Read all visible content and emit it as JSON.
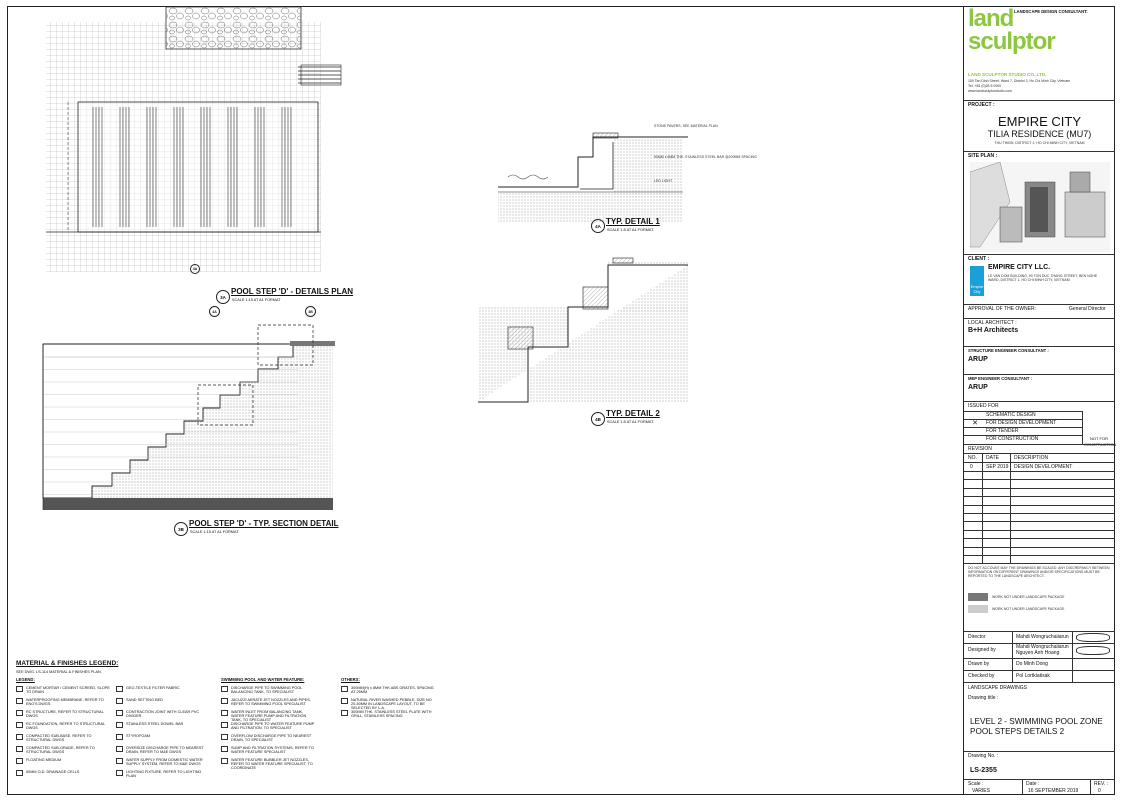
{
  "drawings": {
    "d3a": {
      "num": "3A",
      "title": "POOL STEP 'D' - DETAILS PLAN",
      "scale": "SCALE 1:15   AT A1 FORMAT"
    },
    "d3b": {
      "num": "3B",
      "title": "POOL STEP 'D' - TYP. SECTION DETAIL",
      "scale": "SCALE 1:15   AT A1 FORMAT"
    },
    "d4a": {
      "num": "4A",
      "title": "TYP. DETAIL 1",
      "scale": "SCALE 1:5   AT A1 FORMAT"
    },
    "d4b": {
      "num": "4B",
      "title": "TYP. DETAIL 2",
      "scale": "SCALE 1:5   AT A1 FORMAT"
    },
    "callouts_4a": [
      "STONE PAVERS, SEE MATERIAL PLAN",
      "50MM x 6MM THK. STAINLESS STEEL BAR @200MM SPACING",
      "LED LIGHT"
    ],
    "tags": {
      "a": "4A",
      "b": "4B",
      "c": "4A"
    }
  },
  "legend": {
    "title": "MATERIAL & FINISHES LEGEND:",
    "subtitle": "SEE DWG. LS-114 MATERIAL & FINISHES PLAN",
    "head_legend": "LEGEND:",
    "head_pool": "SWIMMING POOL AND WATER FEATURE:",
    "head_others": "OTHERS:",
    "col1": [
      "CEMENT MORTAR / CEMENT SCREED, SLOPE TO DRAIN",
      "WATERPROOFING MEMBRANE, REFER TO ENG'S DWGS",
      "RC STRUCTURE, REFER TO STRUCTURAL DWGS",
      "RC FOUNDATION, REFER TO STRUCTURAL DWGS",
      "COMPACTED SUB-BASE, REFER TO STRUCTURAL DWGS",
      "COMPACTED SUB-GRADE, REFER TO STRUCTURAL DWGS",
      "FLOATING MEDIUM",
      "50MM O.D. DRAINAGE CELLS"
    ],
    "col2": [
      "GEO-TEXTILE FILTER FABRIC",
      "SAND SETTING BED",
      "CONTRACTION JOINT WITH CLEAR PVC DIVIDER",
      "STAINLESS STEEL DOWEL BAR",
      "STYROFOAM",
      "OVERSIZE DISCHARGE PIPE TO NEAREST DRAIN, REFER TO M&E DWGS",
      "WATER SUPPLY FROM DOMESTIC WATER SUPPLY SYSTEM, REFER TO M&E DWGS",
      "LIGHTING FIXTURE, REFER TO LIGHTING PLAN"
    ],
    "col3": [
      "DISCHARGE PIPE TO SWIMMING POOL BALANCING TANK, TO SPECIALIST",
      "JACUZZI AERATE JET NOZZLES AND PIPES, REFER TO SWIMMING POOL SPECIALIST",
      "WATER INLET FROM BALANCING TANK, WATER FEATURE PUMP AND FILTRATION TANK, TO SPECIALIST",
      "DISCHARGE PIPE TO WATER FEATURE PUMP AND FILTRATION, TO SPECIALIST",
      "OVERFLOW DISCHARGE PIPE TO NEAREST DRAIN, TO SPECIALIST",
      "SUMP AND FILTRATION SYSTEMS, REFER TO WATER FEATURE SPECIALIST",
      "WATER FEATURE BUBBLER JET NOZZLES, REFER TO WATER FEATURE SPECIALIST, TO COORDINATE"
    ],
    "col4": [
      "300MM(H) x 8MM THK ABS GRATES, SPACING AT 25MM",
      "NATURAL RIVER WASHED PEBBLE, SIZE NO 20-50MM IN LANDSCAPE LAYOUT, TO BE SELECTED BY L.A.",
      "300MM THK. STAINLESS STEEL PLATE WITH GRILL, STAINLESS SPACING"
    ]
  },
  "titleblock": {
    "consultant_label": "LANDSCAPE DESIGN CONSULTANT:",
    "logo_top": "land",
    "logo_bottom": "sculptor",
    "studio": "LAND SCULPTOR STUDIO CO.,LTD.",
    "address": "150 Tan Dinh Street, Ward 7, District 3, Ho Chi Minh City, Vietnam",
    "tel": "Tel: +84 (0)28 5 0000",
    "web": "www.landsculptorstudio.com",
    "project_label": "PROJECT :",
    "project_name": "EMPIRE CITY",
    "project_sub": "TILIA RESIDENCE (MU7)",
    "project_loc": "THU THIEM, DISTRICT 2, HO CHI MINH CITY, VIETNAM",
    "site_label": "SITE PLAN :",
    "client_label": "CLIENT :",
    "client_name": "EMPIRE CITY LLC.",
    "client_addr": "LE VAN DOM BUILDING, 90 TON DUC THANG STREET, BEN NGHE WARD, DISTRICT 1, HO CHI MINH CITY, VIETNAM",
    "client_logo": "Empire City",
    "approval_label": "APPROVAL OF THE OWNER:",
    "approval_role": "General Director",
    "local_arch_label": "LOCAL ARCHITECT :",
    "local_arch": "B+H Architects",
    "struct_label": "STRUCTURE ENGINEER CONSULTANT :",
    "struct_name": "ARUP",
    "mep_label": "MEP ENGINEER CONSULTANT :",
    "mep_name": "ARUP",
    "issued_label": "ISSUED FOR",
    "issued": [
      "SCHEMATIC DESIGN",
      "FOR DESIGN DEVELOPMENT",
      "FOR TENDER",
      "FOR CONSTRUCTION"
    ],
    "not_for": "NOT FOR CONSTRUCTION",
    "revision_label": "REVISION",
    "rev_headers": [
      "NO.",
      "DATE",
      "DESCRIPTION"
    ],
    "rev_row": [
      "0",
      "SEP 2019",
      "DESIGN DEVELOPMENT"
    ],
    "notes": "DO NOT ACCOUNT MAY THE DRAWINGS BE SCALED. ANY DISCREPANCY BETWEEN INFORMATION ON DIFFERENT DRAWINGS AND/OR SPECIFICATIONS MUST BE REPORTED TO THE LANDSCAPE ARCHITECT.",
    "key1": "WORK NOT UNDER LANDSCAPE PACKAGE",
    "key2": "WORK NOT UNDER LANDSCAPE PACKAGE",
    "director_label": "Director",
    "director": "Mahdi Wongruchaiiarun",
    "designed_label": "Designed by",
    "designed": "Mahdi Wongruchaiiarun",
    "designed2": "Nguyen Anh Hoang",
    "drawn_label": "Drawn by",
    "drawn": "Do Minh Dong",
    "checked_label": "Checked by",
    "checked": "Pol Lortkiatisak",
    "drawings_label": "LANDSCAPE DRAWINGS",
    "drawing_title_label": "Drawing title :",
    "drawing_title_1": "LEVEL 2 - SWIMMING POOL ZONE",
    "drawing_title_2": "POOL STEPS DETAILS 2",
    "drawing_no_label": "Drawing No. :",
    "drawing_no": "LS-2355",
    "scale_label": "Scale :",
    "scale": "VARIES",
    "date_label": "Date :",
    "date": "16 SEPTEMBER 2019",
    "rev_label": "REV. :",
    "rev": "0"
  }
}
